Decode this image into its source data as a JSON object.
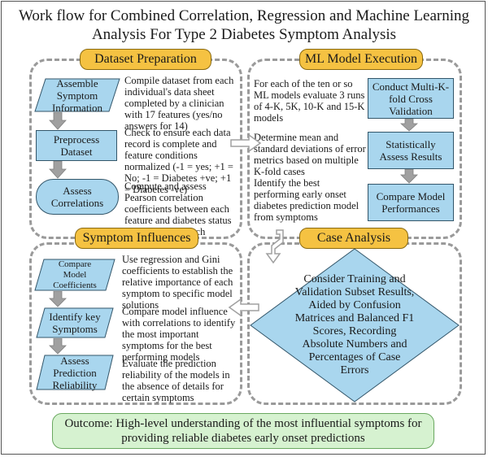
{
  "title": "Work flow for Combined Correlation, Regression and Machine Learning Analysis For Type 2 Diabetes Symptom Analysis",
  "dataset_prep": {
    "header": "Dataset Preparation",
    "steps": [
      "Assemble Symptom Information",
      "Preprocess Dataset",
      "Assess Correlations"
    ],
    "descriptions": [
      "Compile dataset from each individual's data sheet completed by a clinician with 17 features (yes/no answers for 14)",
      "Check to ensure each data record is complete and feature conditions normalized (-1 = yes; +1 = No; -1 = Diabetes +ve; +1 = Diabetes -ve)",
      "Compute and assess Pearson correlation coefficients between each feature and diabetes status (+ve or -ve) of each individual"
    ]
  },
  "ml_execution": {
    "header": "ML Model Execution",
    "steps": [
      "Conduct Multi-K-fold Cross Validation",
      "Statistically Assess Results",
      "Compare Model Performances"
    ],
    "descriptions": [
      "For each of the ten or so ML models evaluate 3 runs of 4-K, 5K, 10-K and 15-K models",
      "Determine mean and standard deviations of error metrics based on multiple K-fold cases",
      "Identify the best performing early onset diabetes prediction model from symptoms"
    ]
  },
  "symptom_influences": {
    "header": "Symptom Influences",
    "steps": [
      "Compare Model Coefficients",
      "Identify key Symptoms",
      "Assess Prediction Reliability"
    ],
    "descriptions": [
      "Use regression and Gini coefficients to establish the relative importance of each symptom to specific model solutions",
      "Compare model influence with correlations to identify the most important symptoms for the best performing models",
      "Evaluate the prediction reliability of the models in the absence of details for certain symptoms"
    ]
  },
  "case_analysis": {
    "header": "Case Analysis",
    "diamond_text": "Consider Training and Validation Subset Results, Aided by Confusion Matrices and Balanced F1 Scores, Recording Absolute Numbers and Percentages of Case Errors"
  },
  "outcome": "Outcome: High-level understanding of the most influential symptoms for providing reliable diabetes early onset predictions",
  "colors": {
    "header_fill": "#f5c242",
    "step_fill": "#a9d6ee",
    "outcome_fill": "#d6f2d0",
    "panel_border": "#9a9a9a",
    "arrow_fill": "#a0a0a0"
  }
}
